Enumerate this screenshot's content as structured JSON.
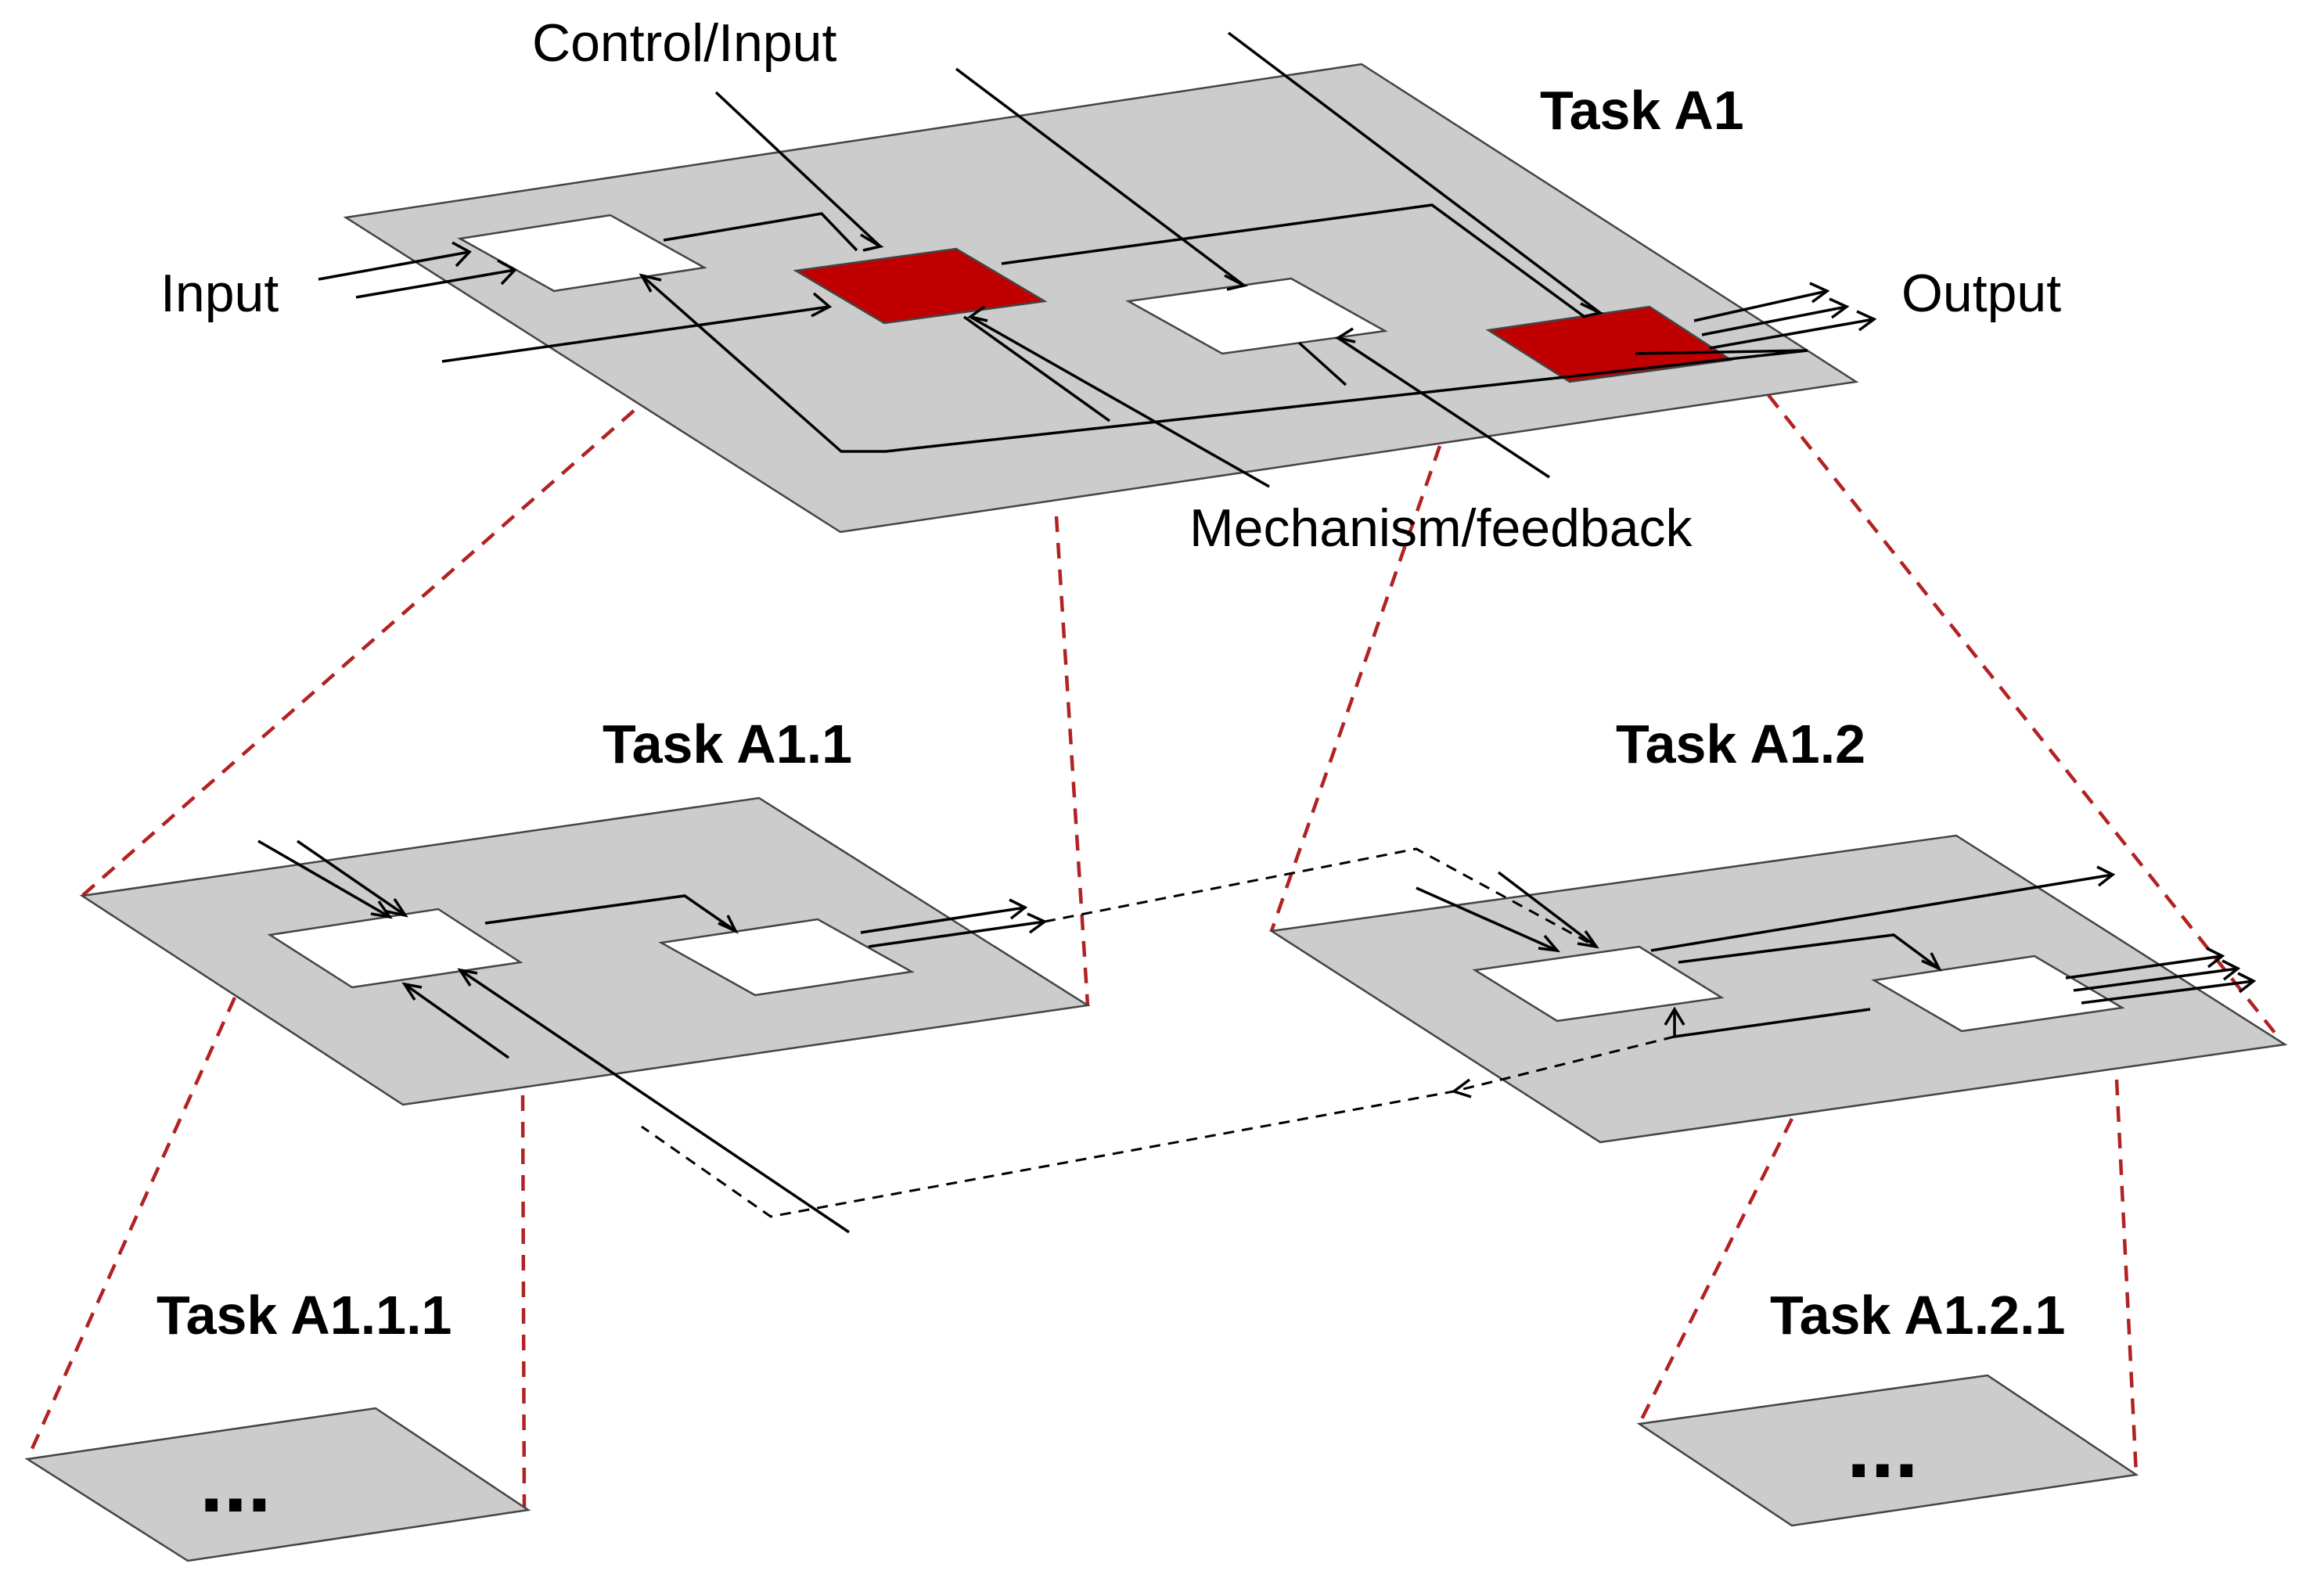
{
  "titles": {
    "a1": "Task A1",
    "a11": "Task A1.1",
    "a12": "Task A1.2",
    "a111": "Task A1.1.1",
    "a121": "Task A1.2.1"
  },
  "labels": {
    "control_input": "Control/Input",
    "input": "Input",
    "output": "Output",
    "mechanism_feedback": "Mechanism/feedback"
  },
  "ellipsis": {
    "a111": "...",
    "a121": "..."
  },
  "colors": {
    "plane": "#cccccc",
    "highlight": "#c00000",
    "zoom_line": "#b22222"
  }
}
